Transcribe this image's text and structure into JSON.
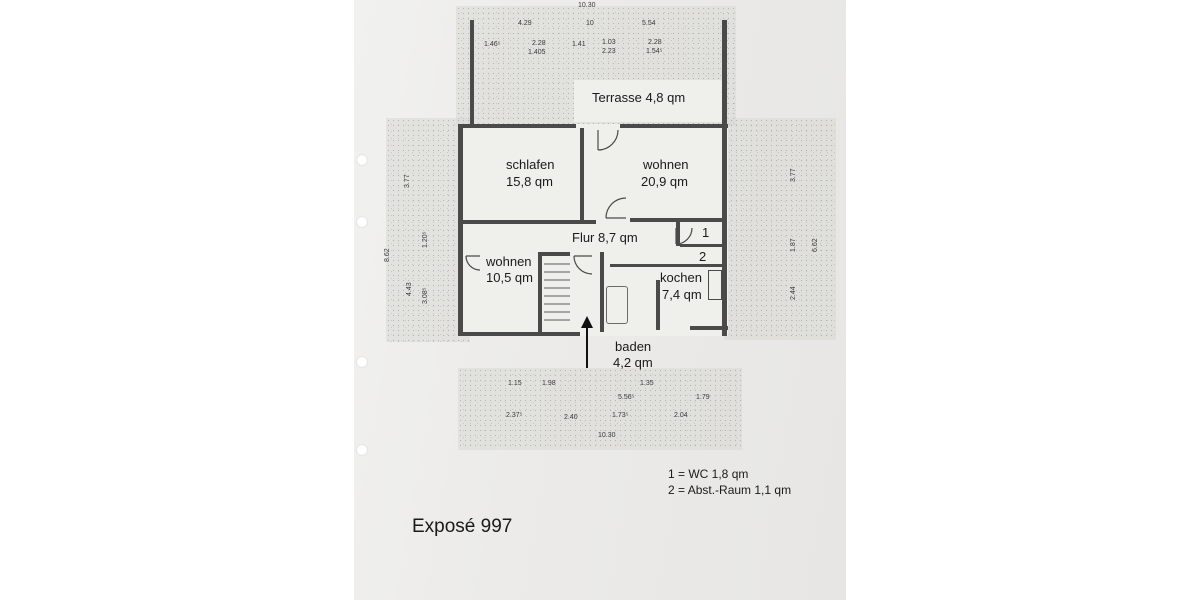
{
  "plan": {
    "rooms": {
      "terrasse": "Terrasse 4,8 qm",
      "schlafen_name": "schlafen",
      "schlafen_area": "15,8 qm",
      "wohnen_big_name": "wohnen",
      "wohnen_big_area": "20,9 qm",
      "flur": "Flur 8,7 qm",
      "wohnen_small_name": "wohnen",
      "wohnen_small_area": "10,5 qm",
      "kochen_name": "kochen",
      "kochen_area": "7,4 qm",
      "baden_name": "baden",
      "baden_area": "4,2 qm",
      "marker_1": "1",
      "marker_2": "2"
    },
    "dimensions": {
      "top_total": "10.30",
      "top_1": "4.29",
      "top_2": "10",
      "top_3": "5.54",
      "top_4": "1.46⁵",
      "top_5": "2.28",
      "top_6": "1.405",
      "top_7": "1.41",
      "top_8": "1.03",
      "top_9": "2.23",
      "top_10": "2.28",
      "top_11": "1.54⁵",
      "bottom_total": "10.30",
      "bottom_1": "2.40",
      "bottom_2": "1.73⁵",
      "bottom_3": "2.04",
      "bottom_4": "2.37⁵",
      "bottom_5": "5.56⁵",
      "bottom_6": "1.98",
      "bottom_7": "1.15",
      "bottom_8": "1.35",
      "bottom_9": "1.79",
      "left_total": "8.62",
      "left_1": "3.77",
      "left_2": "4.43",
      "left_3": "1.20⁵",
      "left_4": "3.08⁵",
      "right_total": "6.62",
      "right_1": "3.77",
      "right_2": "1.87",
      "right_3": "2.44"
    }
  },
  "legend": {
    "line1": "1 = WC 1,8 qm",
    "line2": "2 = Abst.-Raum 1,1 qm"
  },
  "title": "Exposé 997"
}
